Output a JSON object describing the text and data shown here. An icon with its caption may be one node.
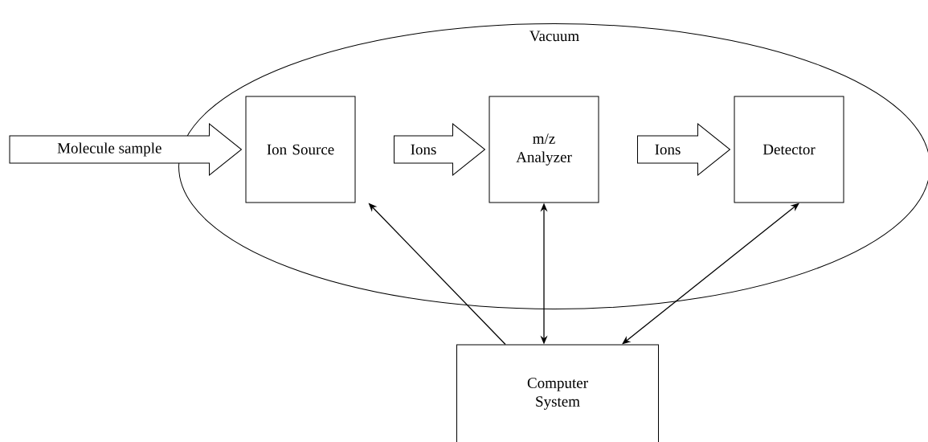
{
  "diagram": {
    "nodes": [
      {
        "text": [
          "Vacuum"
        ]
      },
      {
        "text": [
          "Ion Source"
        ],
        "in": 0
      },
      {
        "text": [
          "m/z Analyzer"
        ],
        "in": 0
      },
      {
        "text": [
          "Detector"
        ],
        "in": 0
      },
      {
        "text": [
          "Computer System"
        ]
      }
    ],
    "edges": [
      {
        "from": null,
        "to": 1,
        "arrow": "to",
        "label": "Molecule sample"
      },
      {
        "from": 1,
        "to": 2,
        "arrow": "to",
        "label": "Ions"
      },
      {
        "from": 2,
        "to": 3,
        "arrow": "to",
        "label": "Ions"
      },
      {
        "from": 4,
        "to": 1,
        "arrow": "to"
      },
      {
        "from": 2,
        "to": 4,
        "arrow": "both"
      },
      {
        "from": 3,
        "to": 4,
        "arrow": "both"
      }
    ]
  }
}
